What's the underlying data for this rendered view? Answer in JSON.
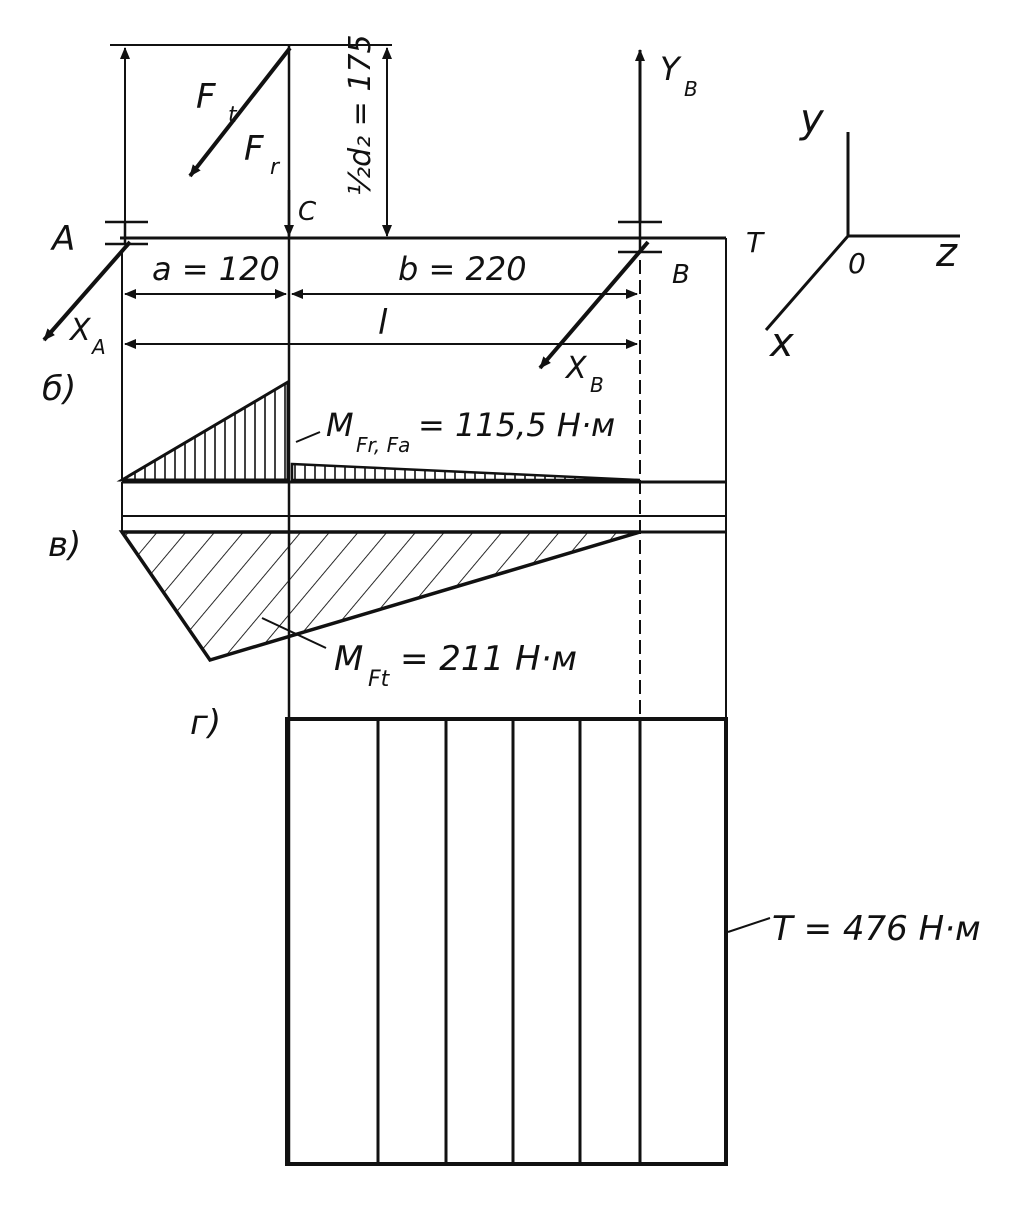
{
  "points": {
    "A": "A",
    "B": "B",
    "C": "C",
    "O": "0",
    "T": "T"
  },
  "forces": {
    "Ft": "F",
    "Ft_sub": "t",
    "Fr": "F",
    "Fr_sub": "r",
    "XA": "X",
    "XA_sub": "A",
    "XB": "X",
    "XB_sub": "B",
    "YB": "Y",
    "YB_sub": "B"
  },
  "axes": {
    "y": "y",
    "z": "z",
    "x": "x"
  },
  "dimensions": {
    "a": "a = 120",
    "b": "b = 220",
    "l": "l",
    "d2": "½d₂ = 175"
  },
  "sections": {
    "b": "б)",
    "v": "в)",
    "g": "г)"
  },
  "moments": {
    "mfr_main": "M",
    "mfr_sub": "Fr, Fa",
    "mfr_value": "= 115,5 Н·м",
    "mft_main": "M",
    "mft_sub": "Ft",
    "mft_value": "= 211 Н·м",
    "torque": "T = 476 Н·м"
  }
}
